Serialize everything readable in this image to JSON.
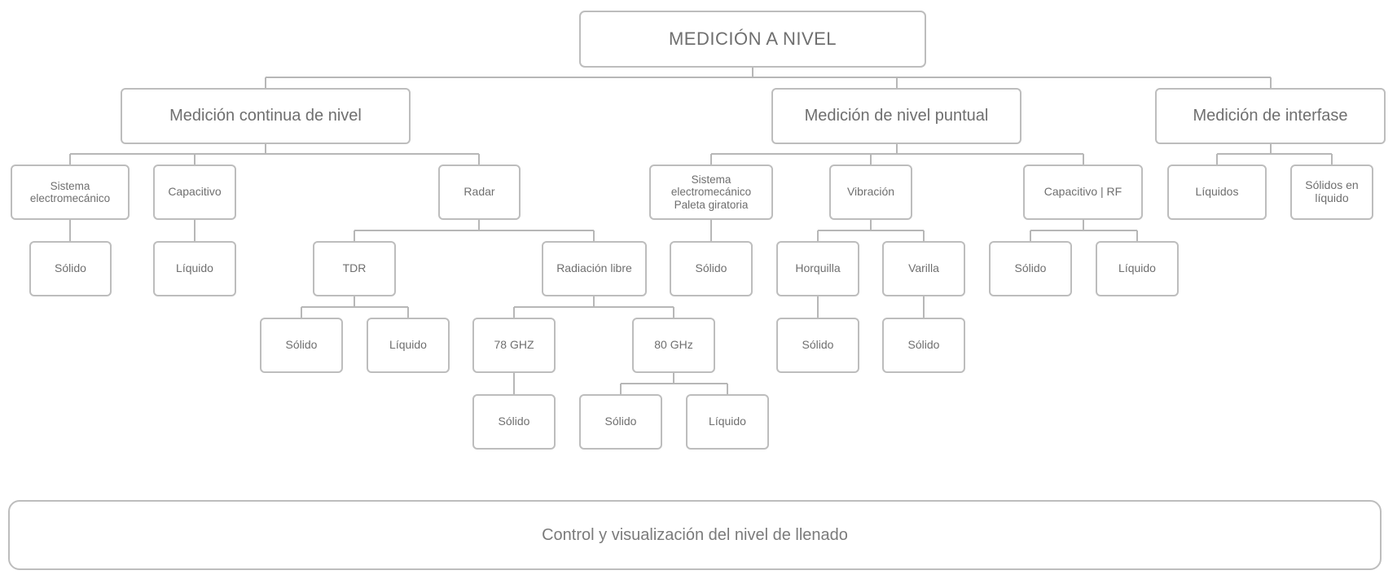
{
  "root": "MEDICIÓN A NIVEL",
  "branches": {
    "continua": "Medición continua de nivel",
    "puntual": "Medición de nivel puntual",
    "interfase": "Medición de interfase"
  },
  "continua": {
    "sistema": "Sistema\nelectromecánico",
    "capacitivo": "Capacitivo",
    "radar": "Radar",
    "sistema_child": "Sólido",
    "capacitivo_child": "Líquido",
    "tdr": "TDR",
    "radiacion": "Radiación libre",
    "tdr_solido": "Sólido",
    "tdr_liquido": "Líquido",
    "ghz78": "78 GHZ",
    "ghz80": "80 GHz",
    "ghz78_solido": "Sólido",
    "ghz80_solido": "Sólido",
    "ghz80_liquido": "Líquido"
  },
  "puntual": {
    "sistema": "Sistema\nelectromecánico\nPaleta giratoria",
    "vibracion": "Vibración",
    "capacitivo_rf": "Capacitivo | RF",
    "sistema_child": "Sólido",
    "horquilla": "Horquilla",
    "varilla": "Varilla",
    "horquilla_child": "Sólido",
    "varilla_child": "Sólido",
    "rf_solido": "Sólido",
    "rf_liquido": "Líquido"
  },
  "interfase": {
    "liquidos": "Líquidos",
    "solidos_en_liquido": "Sólidos en\nlíquido"
  },
  "footer": "Control y visualización del nivel de llenado"
}
